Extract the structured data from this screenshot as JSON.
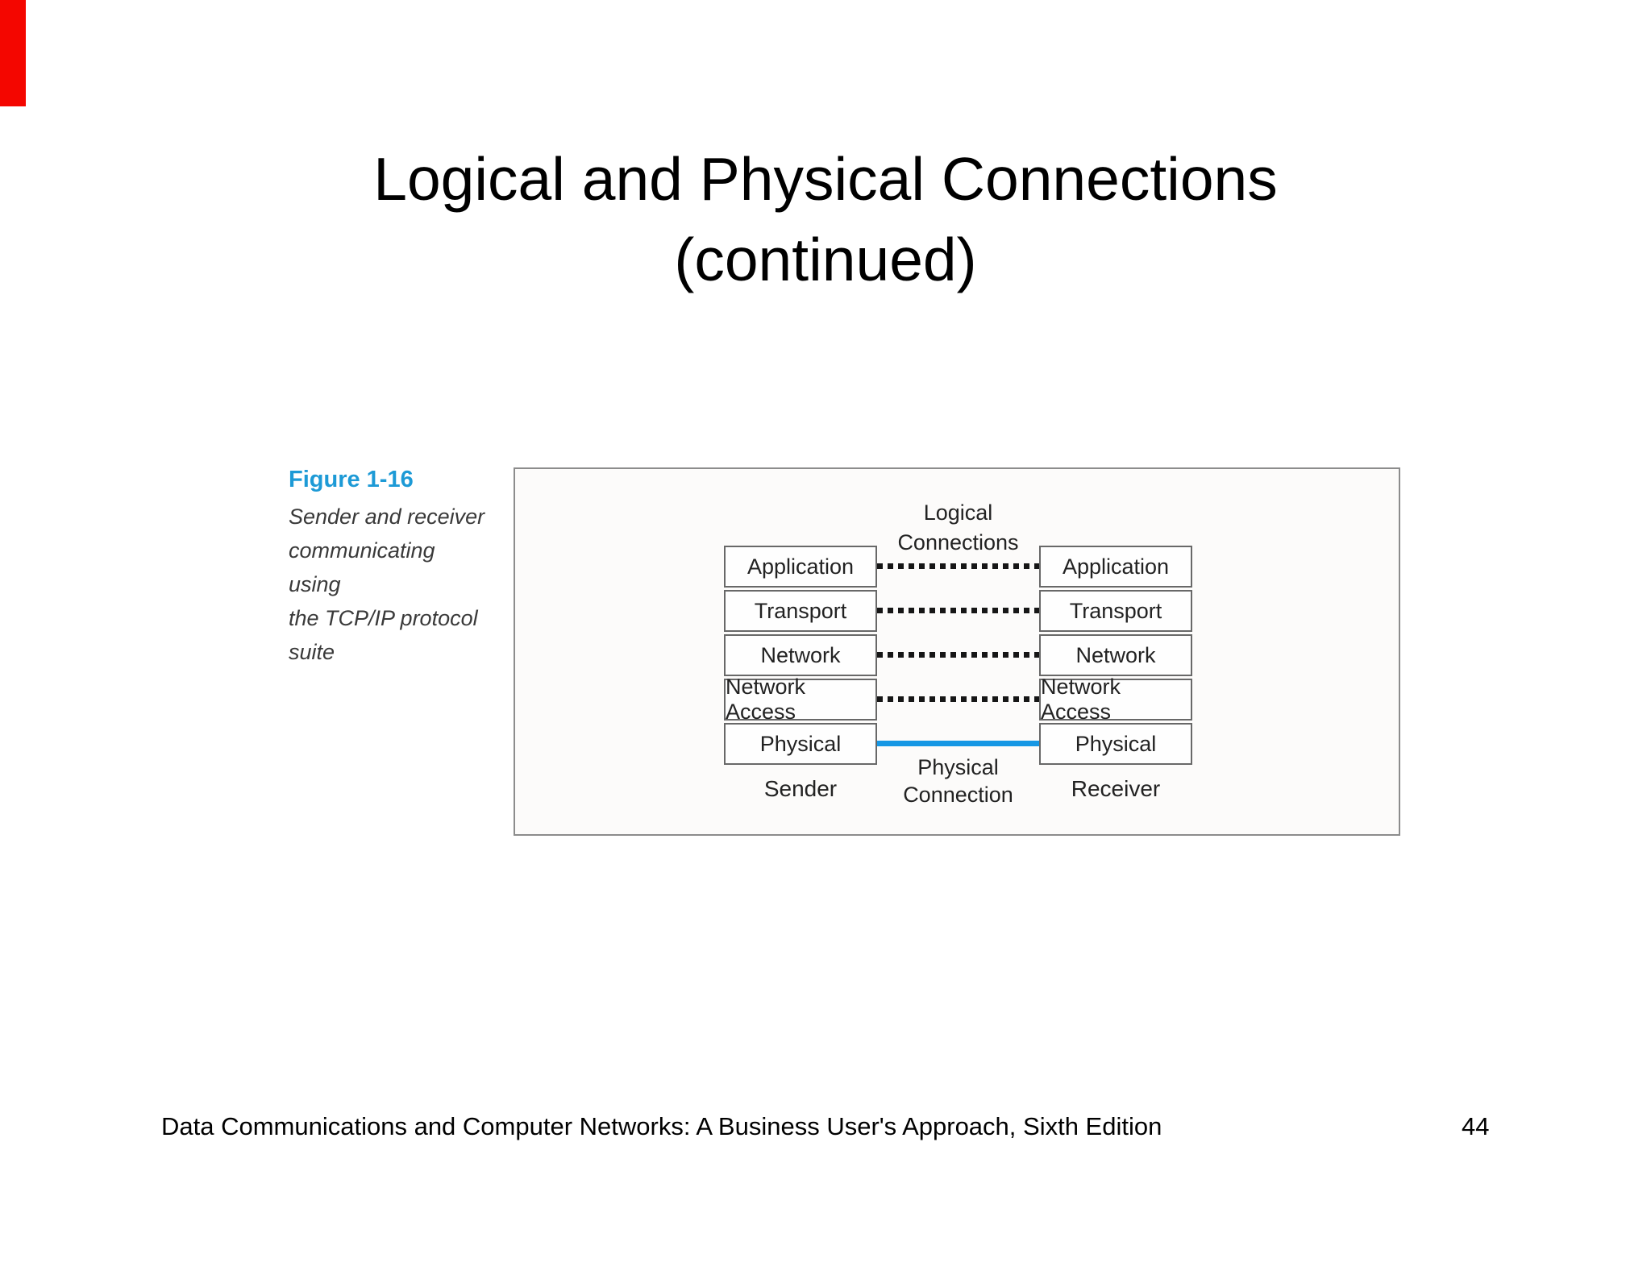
{
  "slide": {
    "title_line1": "Logical and Physical Connections",
    "title_line2": "(continued)",
    "footer": "Data Communications and Computer Networks: A Business User's Approach, Sixth Edition",
    "page_number": "44",
    "accent_red": "#f40600"
  },
  "figure": {
    "label": "Figure 1-16",
    "label_color": "#1d9ad6",
    "caption_lines": {
      "0": "Sender and receiver",
      "1": "communicating using",
      "2": "the TCP/IP protocol",
      "3": "suite"
    },
    "diagram": {
      "logical_label_line1": "Logical",
      "logical_label_line2": "Connections",
      "physical_label_line1": "Physical",
      "physical_label_line2": "Connection",
      "sender_label": "Sender",
      "receiver_label": "Receiver",
      "layers": {
        "0": "Application",
        "1": "Transport",
        "2": "Network",
        "3": "Network Access",
        "4": "Physical"
      },
      "connection_blue": "#1697e4",
      "dotted_line_color": "#161616"
    }
  }
}
